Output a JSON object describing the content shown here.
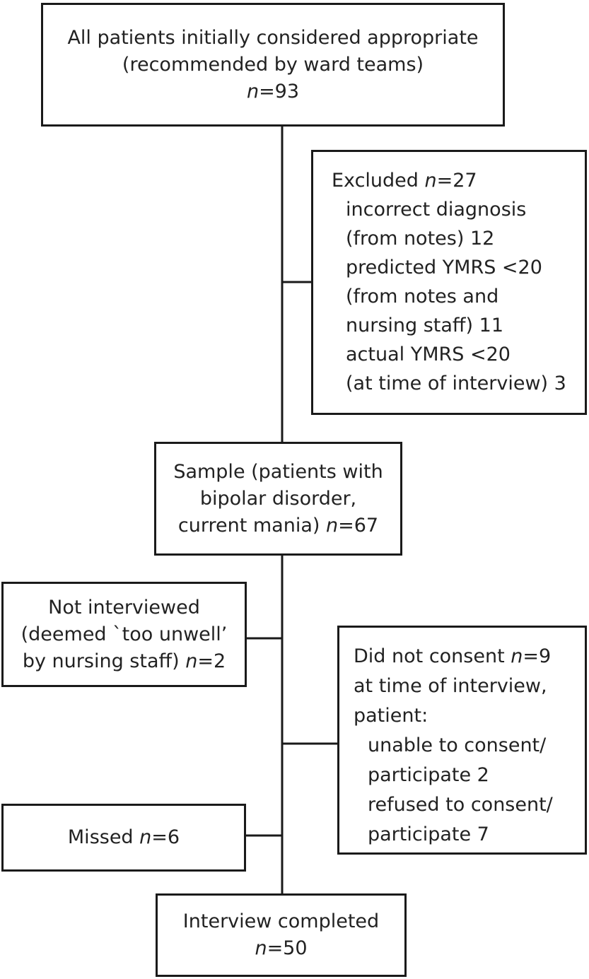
{
  "diagram": {
    "top_box": {
      "line1": "All patients initially considered appropriate",
      "line2": "(recommended by ward teams)",
      "n_var": "n",
      "n_value": "=93"
    },
    "excluded": {
      "title": "Excluded ",
      "n_var": "n",
      "n_value": "=27",
      "items": [
        "incorrect diagnosis",
        "(from notes) 12",
        "predicted YMRS <20",
        "(from notes and",
        "nursing staff) 11",
        "actual YMRS <20",
        "(at time of interview) 3"
      ]
    },
    "sample": {
      "line1": "Sample (patients with",
      "line2": "bipolar disorder,",
      "line3": "current mania)  ",
      "n_var": "n",
      "n_value": "=67"
    },
    "not_interviewed": {
      "line1": "Not interviewed",
      "line2": "(deemed `too unwell’",
      "line3": "by nursing staff) ",
      "n_var": "n",
      "n_value": "=2"
    },
    "did_not_consent": {
      "title": "Did not consent ",
      "n_var": "n",
      "n_value": "=9",
      "line2": "at time of interview,",
      "line3": "patient:",
      "items": [
        "unable to consent/",
        "participate 2",
        "refused to consent/",
        "participate 7"
      ]
    },
    "missed": {
      "label": "Missed  ",
      "n_var": "n",
      "n_value": "=6"
    },
    "completed": {
      "line1": "Interview completed",
      "n_var": "n",
      "n_value": "=50"
    }
  }
}
